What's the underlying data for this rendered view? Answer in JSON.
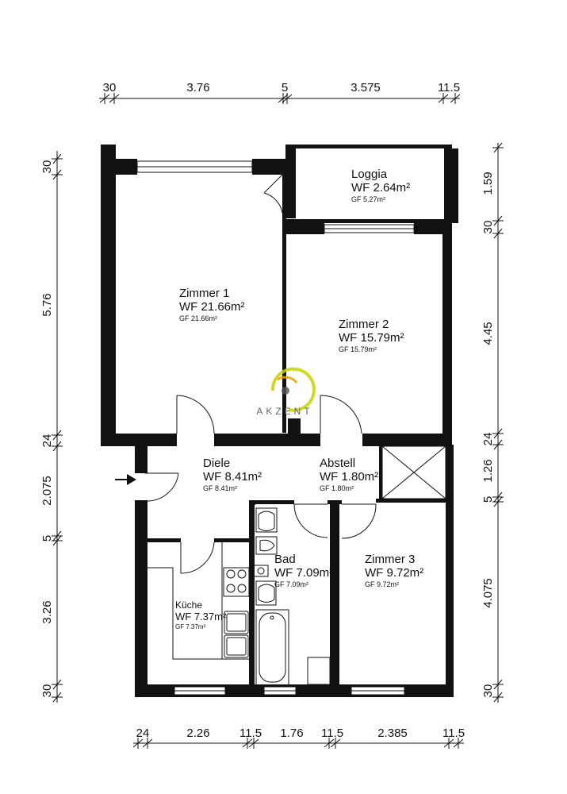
{
  "dimensions": {
    "top": [
      "30",
      "3.76",
      "5",
      "3.575",
      "11.5"
    ],
    "bottom": [
      "24",
      "2.26",
      "11.5",
      "1.76",
      "11.5",
      "2.385",
      "11.5"
    ],
    "left": [
      "30",
      "5.76",
      "24",
      "2.075",
      "5",
      "3.26",
      "30"
    ],
    "right": [
      "1.59",
      "30",
      "4.45",
      "24",
      "1.26",
      "5",
      "4.075",
      "30"
    ]
  },
  "rooms": {
    "loggia": {
      "name": "Loggia",
      "wf": "WF 2.64m²",
      "gf": "GF 5.27m²"
    },
    "zimmer1": {
      "name": "Zimmer 1",
      "wf": "WF 21.66m²",
      "gf": "GF 21.66m²"
    },
    "zimmer2": {
      "name": "Zimmer 2",
      "wf": "WF 15.79m²",
      "gf": "GF 15.79m²"
    },
    "diele": {
      "name": "Diele",
      "wf": "WF 8.41m²",
      "gf": "GF 8.41m²"
    },
    "abstell": {
      "name": "Abstell",
      "wf": "WF 1.80m²",
      "gf": "GF 1.80m²"
    },
    "bad": {
      "name": "Bad",
      "wf": "WF 7.09m²",
      "gf": "GF 7.09m²"
    },
    "kueche": {
      "name": "Küche",
      "wf": "WF 7.37m²",
      "gf": "GF 7.37m²"
    },
    "zimmer3": {
      "name": "Zimmer 3",
      "wf": "WF 9.72m²",
      "gf": "GF 9.72m²"
    }
  },
  "logo": {
    "text": "AKZENT",
    "accent": "#c8d400",
    "secondary": "#e8a000"
  },
  "colors": {
    "wall": "#111111",
    "background": "#ffffff"
  }
}
